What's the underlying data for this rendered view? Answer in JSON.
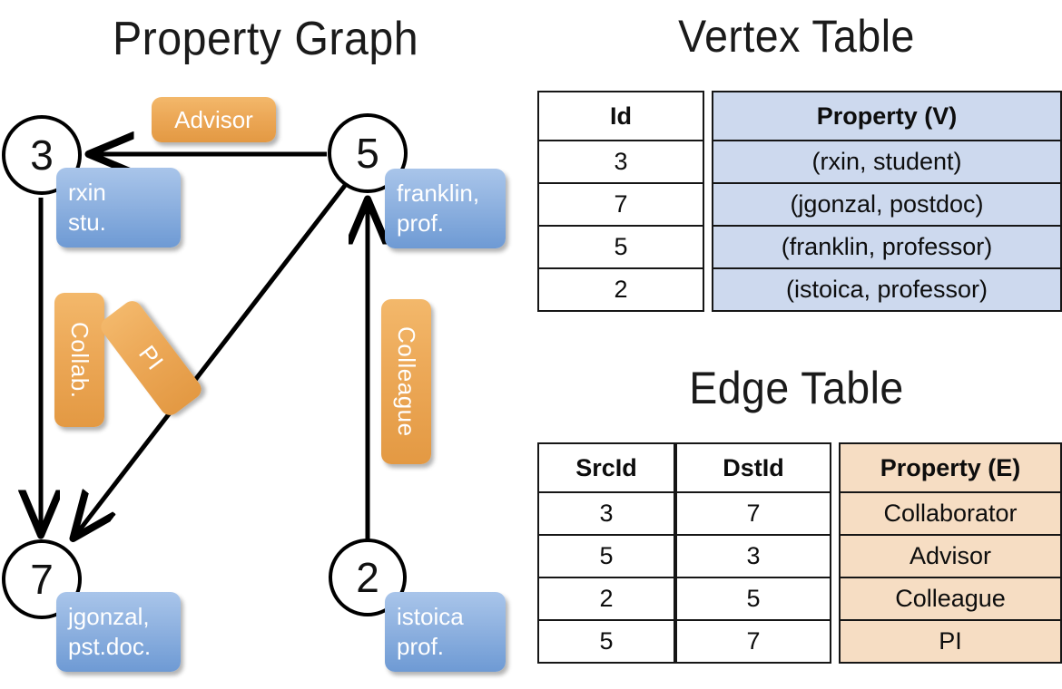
{
  "titles": {
    "property_graph": "Property Graph",
    "vertex_table": "Vertex Table",
    "edge_table": "Edge Table"
  },
  "graph": {
    "nodes": [
      {
        "id": "3",
        "label": "3",
        "property_lines": [
          "rxin",
          "stu."
        ]
      },
      {
        "id": "5",
        "label": "5",
        "property_lines": [
          "franklin,",
          "prof."
        ]
      },
      {
        "id": "7",
        "label": "7",
        "property_lines": [
          "jgonzal,",
          "pst.doc."
        ]
      },
      {
        "id": "2",
        "label": "2",
        "property_lines": [
          "istoica",
          "prof."
        ]
      }
    ],
    "edge_labels": [
      {
        "name": "advisor",
        "text": "Advisor"
      },
      {
        "name": "collab",
        "text": "Collab."
      },
      {
        "name": "pi",
        "text": "PI"
      },
      {
        "name": "colleague",
        "text": "Colleague"
      }
    ]
  },
  "vertex_table": {
    "headers": [
      "Id",
      "Property (V)"
    ],
    "rows": [
      {
        "id": "3",
        "property": "(rxin, student)"
      },
      {
        "id": "7",
        "property": "(jgonzal, postdoc)"
      },
      {
        "id": "5",
        "property": "(franklin, professor)"
      },
      {
        "id": "2",
        "property": "(istoica, professor)"
      }
    ]
  },
  "edge_table": {
    "headers": [
      "SrcId",
      "DstId",
      "Property (E)"
    ],
    "rows": [
      {
        "src": "3",
        "dst": "7",
        "property": "Collaborator"
      },
      {
        "src": "5",
        "dst": "3",
        "property": "Advisor"
      },
      {
        "src": "2",
        "dst": "5",
        "property": "Colleague"
      },
      {
        "src": "5",
        "dst": "7",
        "property": "PI"
      }
    ]
  },
  "colors": {
    "vertex_box": "#8fb2e0",
    "edge_box": "#eca857",
    "vertex_cell": "#cdd9ee",
    "edge_cell": "#f6ddc3",
    "stroke": "#000000"
  }
}
